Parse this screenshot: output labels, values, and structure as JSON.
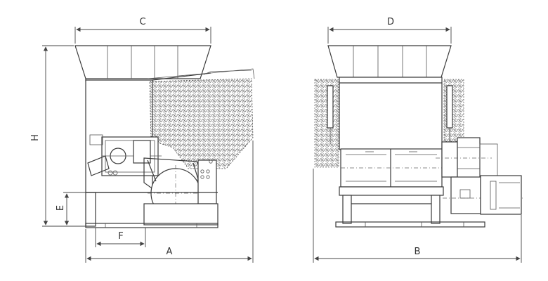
{
  "dimensions": {
    "A": "A",
    "B": "B",
    "C": "C",
    "D": "D",
    "E": "E",
    "F": "F",
    "H": "H"
  },
  "colors": {
    "line": "#3a3a3a",
    "background": "#ffffff"
  }
}
